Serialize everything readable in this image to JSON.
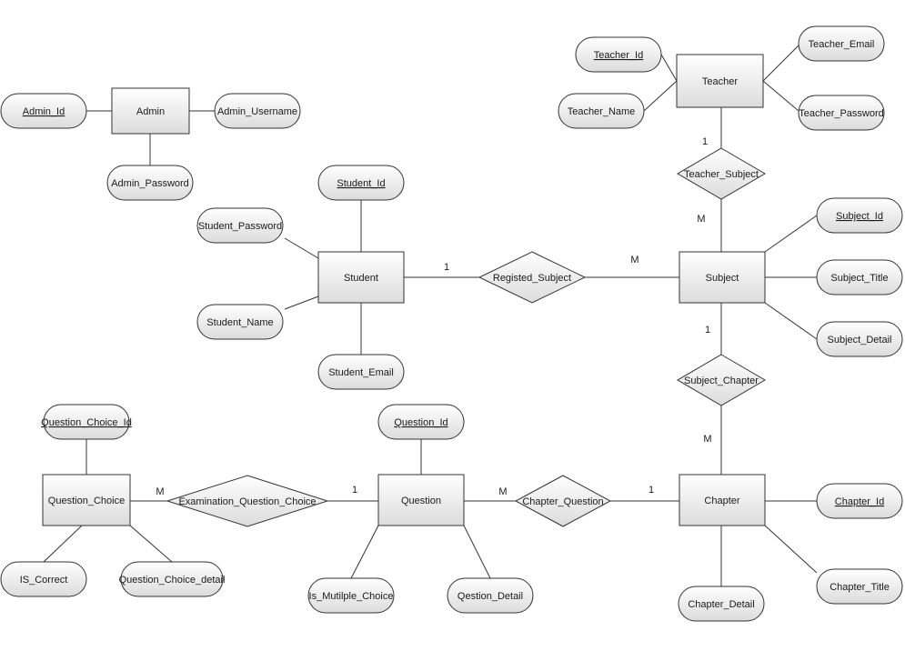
{
  "entities": [
    {
      "id": "admin",
      "label": "Admin"
    },
    {
      "id": "teacher",
      "label": "Teacher"
    },
    {
      "id": "student",
      "label": "Student"
    },
    {
      "id": "subject",
      "label": "Subject"
    },
    {
      "id": "question_choice",
      "label": "Question_Choice"
    },
    {
      "id": "question",
      "label": "Question"
    },
    {
      "id": "chapter",
      "label": "Chapter"
    }
  ],
  "relationships": [
    {
      "id": "teacher_subject",
      "label": "Teacher_Subject"
    },
    {
      "id": "registed_subject",
      "label": "Registed_Subject"
    },
    {
      "id": "subject_chapter",
      "label": "Subject_Chapter"
    },
    {
      "id": "examination_question_choice",
      "label": "Examination_Question_Choice"
    },
    {
      "id": "chapter_question",
      "label": "Chapter_Question"
    }
  ],
  "attributes": [
    {
      "id": "admin_id",
      "label": "Admin_Id",
      "key": true,
      "entity": "admin"
    },
    {
      "id": "admin_username",
      "label": "Admin_Username",
      "key": false,
      "entity": "admin"
    },
    {
      "id": "admin_password",
      "label": "Admin_Password",
      "key": false,
      "entity": "admin"
    },
    {
      "id": "teacher_id",
      "label": "Teacher_Id",
      "key": true,
      "entity": "teacher"
    },
    {
      "id": "teacher_name",
      "label": "Teacher_Name",
      "key": false,
      "entity": "teacher"
    },
    {
      "id": "teacher_email",
      "label": "Teacher_Email",
      "key": false,
      "entity": "teacher"
    },
    {
      "id": "teacher_password",
      "label": "Teacher_Password",
      "key": false,
      "entity": "teacher"
    },
    {
      "id": "student_id",
      "label": "Student_Id",
      "key": true,
      "entity": "student"
    },
    {
      "id": "student_password",
      "label": "Student_Password",
      "key": false,
      "entity": "student"
    },
    {
      "id": "student_name",
      "label": "Student_Name",
      "key": false,
      "entity": "student"
    },
    {
      "id": "student_email",
      "label": "Student_Email",
      "key": false,
      "entity": "student"
    },
    {
      "id": "subject_id",
      "label": "Subject_Id",
      "key": true,
      "entity": "subject"
    },
    {
      "id": "subject_title",
      "label": "Subject_Title",
      "key": false,
      "entity": "subject"
    },
    {
      "id": "subject_detail",
      "label": "Subject_Detail",
      "key": false,
      "entity": "subject"
    },
    {
      "id": "question_choice_id",
      "label": "Question_Choice_Id",
      "key": true,
      "entity": "question_choice"
    },
    {
      "id": "is_correct",
      "label": "IS_Correct",
      "key": false,
      "entity": "question_choice"
    },
    {
      "id": "question_choice_detail",
      "label": "Question_Choice_detail",
      "key": false,
      "entity": "question_choice"
    },
    {
      "id": "question_id",
      "label": "Question_Id",
      "key": true,
      "entity": "question"
    },
    {
      "id": "is_multiple_choice",
      "label": "Is_Mutilple_Choice",
      "key": false,
      "entity": "question"
    },
    {
      "id": "qestion_detail",
      "label": "Qestion_Detail",
      "key": false,
      "entity": "question"
    },
    {
      "id": "chapter_id",
      "label": "Chapter_Id",
      "key": true,
      "entity": "chapter"
    },
    {
      "id": "chapter_title",
      "label": "Chapter_Title",
      "key": false,
      "entity": "chapter"
    },
    {
      "id": "chapter_detail",
      "label": "Chapter_Detail",
      "key": false,
      "entity": "chapter"
    }
  ],
  "cardinalities": [
    {
      "id": "c_teacher_ts",
      "relationship": "teacher_subject",
      "entity": "teacher",
      "value": "1"
    },
    {
      "id": "c_subject_ts",
      "relationship": "teacher_subject",
      "entity": "subject",
      "value": "M"
    },
    {
      "id": "c_student_rs",
      "relationship": "registed_subject",
      "entity": "student",
      "value": "1"
    },
    {
      "id": "c_subject_rs",
      "relationship": "registed_subject",
      "entity": "subject",
      "value": "M"
    },
    {
      "id": "c_subject_sc",
      "relationship": "subject_chapter",
      "entity": "subject",
      "value": "1"
    },
    {
      "id": "c_chapter_sc",
      "relationship": "subject_chapter",
      "entity": "chapter",
      "value": "M"
    },
    {
      "id": "c_qchoice_eqc",
      "relationship": "examination_question_choice",
      "entity": "question_choice",
      "value": "M"
    },
    {
      "id": "c_question_eqc",
      "relationship": "examination_question_choice",
      "entity": "question",
      "value": "1"
    },
    {
      "id": "c_question_cq",
      "relationship": "chapter_question",
      "entity": "question",
      "value": "M"
    },
    {
      "id": "c_chapter_cq",
      "relationship": "chapter_question",
      "entity": "chapter",
      "value": "1"
    }
  ],
  "colors": {
    "shape_top": "#ffffff",
    "shape_bottom": "#dcdcdc",
    "stroke": "#333333",
    "text": "#1a1a1a"
  }
}
